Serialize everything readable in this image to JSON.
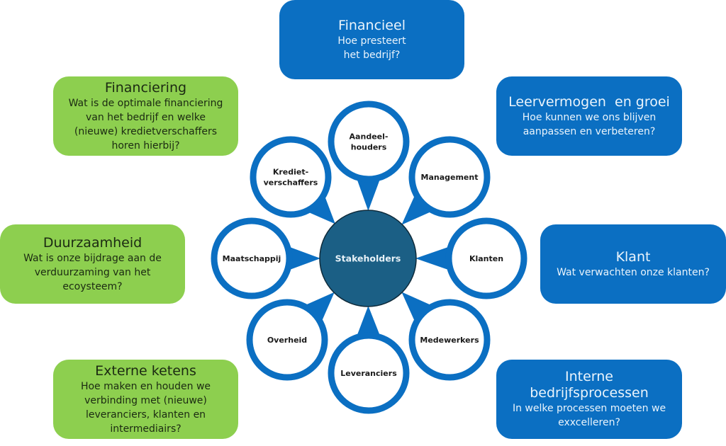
{
  "colors": {
    "blue_box": "#0b6fc2",
    "green_box": "#8dcf4f",
    "ring_blue": "#0b6fc2",
    "center_fill": "#1b5f85"
  },
  "center": {
    "label": "Stakeholders"
  },
  "stakeholders": [
    {
      "lines": [
        "Aandeel-",
        "houders"
      ]
    },
    {
      "lines": [
        "Management"
      ]
    },
    {
      "lines": [
        "Klanten"
      ]
    },
    {
      "lines": [
        "Medewerkers"
      ]
    },
    {
      "lines": [
        "Leveranciers"
      ]
    },
    {
      "lines": [
        "Overheid"
      ]
    },
    {
      "lines": [
        "Maatschappij"
      ]
    },
    {
      "lines": [
        "Krediet-",
        "verschaffers"
      ]
    }
  ],
  "boxes": {
    "financieel": {
      "title": "Financieel",
      "question": [
        "Hoe presteert",
        "het bedrijf?"
      ]
    },
    "financiering": {
      "title": "Financiering",
      "question": [
        "Wat is de optimale financiering",
        "van het bedrijf en welke",
        "(nieuwe) kredietverschaffers",
        "horen hierbij?"
      ]
    },
    "leervermogen": {
      "title": "Leervermogen  en groei",
      "question": [
        "Hoe kunnen we ons blijven",
        "aanpassen en verbeteren?"
      ]
    },
    "duurzaamheid": {
      "title": "Duurzaamheid",
      "question": [
        "Wat is onze bijdrage aan de",
        "verduurzaming van het",
        "ecoysteem?"
      ]
    },
    "klant": {
      "title": "Klant",
      "question": [
        "Wat verwachten onze klanten?"
      ]
    },
    "externe_ketens": {
      "title": "Externe ketens",
      "question": [
        "Hoe maken en houden we",
        "verbinding met (nieuwe)",
        "leveranciers, klanten en",
        "intermediairs?"
      ]
    },
    "interne": {
      "title_lines": [
        "Interne",
        "bedrijfsprocessen"
      ],
      "question": [
        "In welke processen moeten we",
        "exxcelleren?"
      ]
    }
  }
}
